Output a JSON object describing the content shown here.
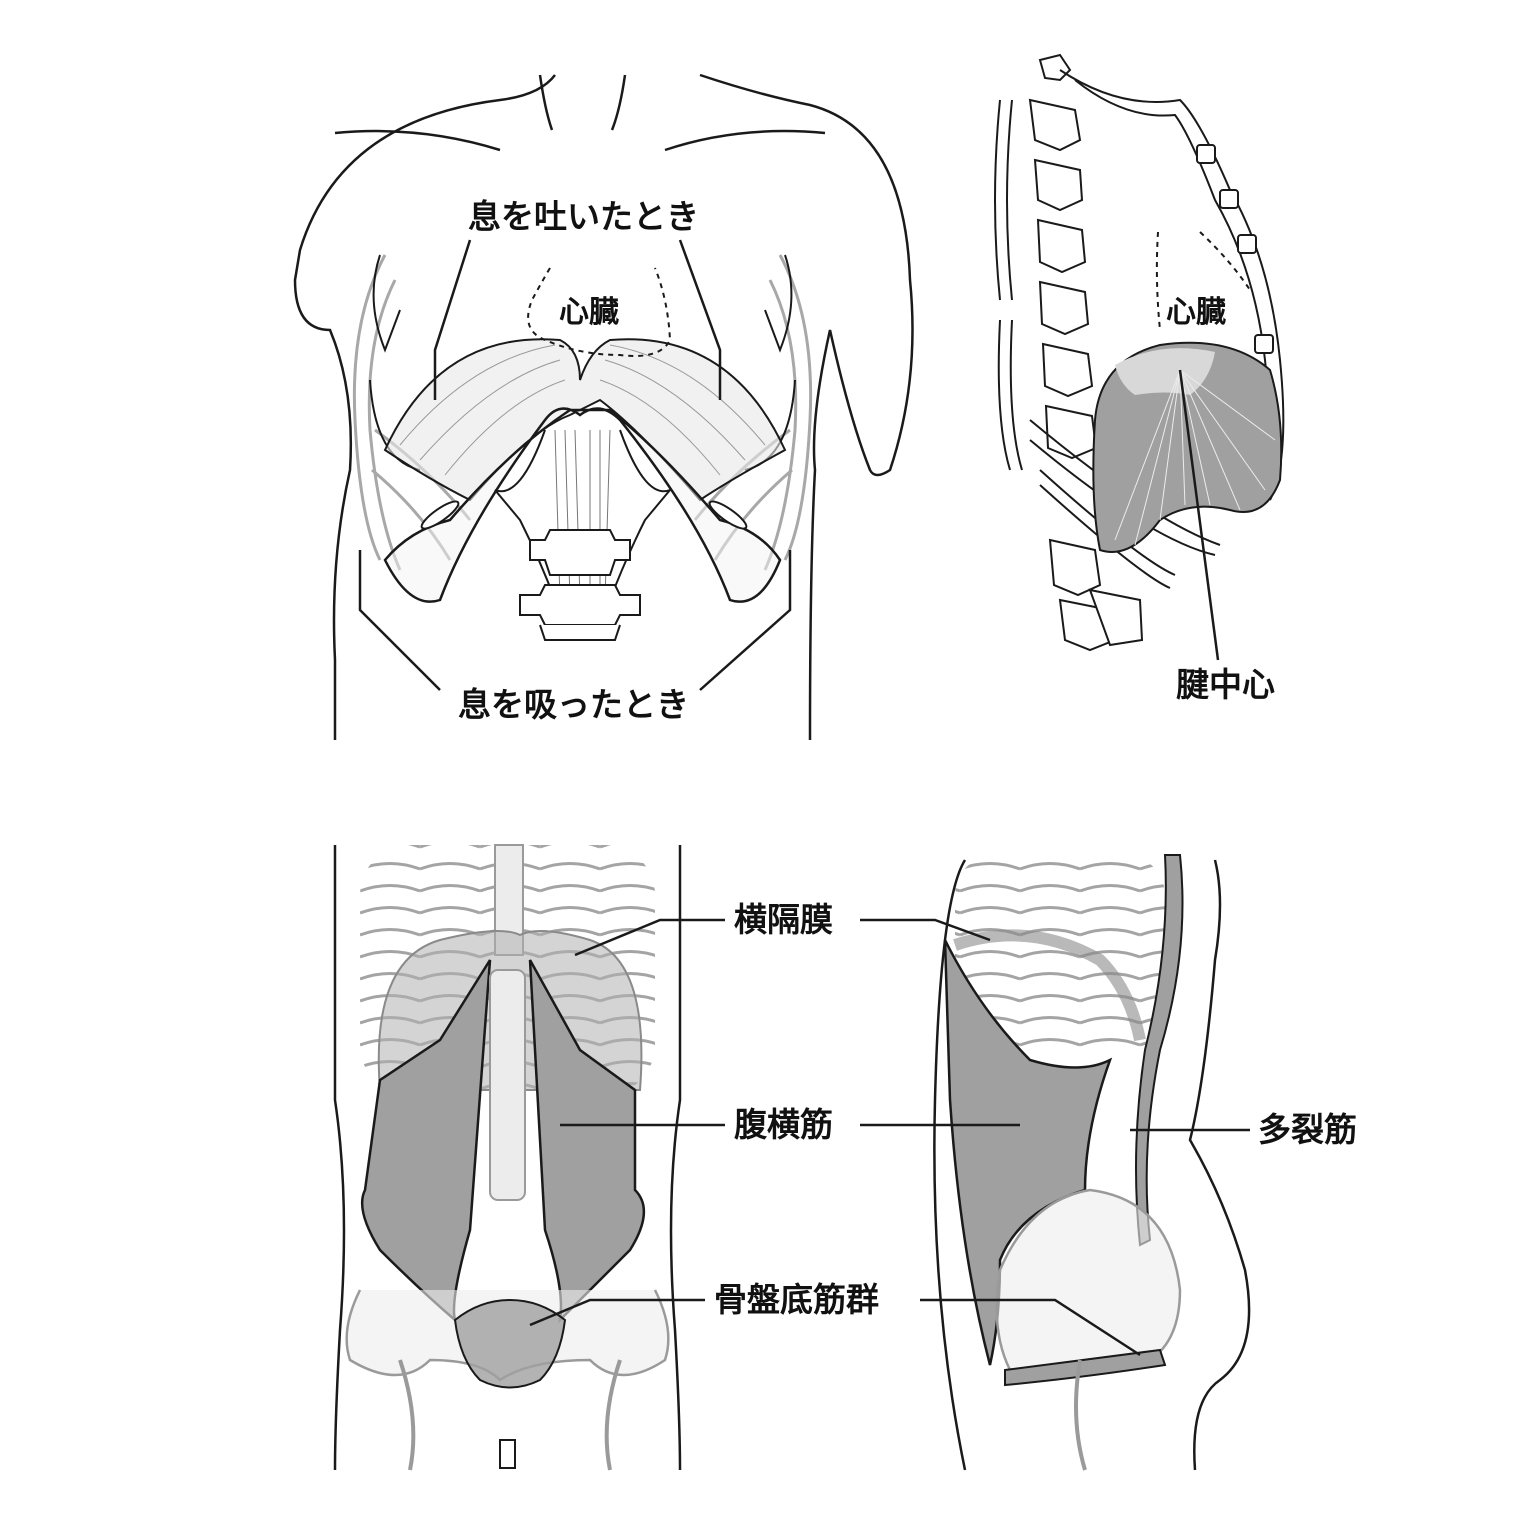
{
  "labels": {
    "exhale": "息を吐いたとき",
    "inhale": "息を吸ったとき",
    "heart_front": "心臓",
    "heart_side": "心臓",
    "central_tendon": "腱中心",
    "diaphragm": "横隔膜",
    "transversus": "腹横筋",
    "multifidus": "多裂筋",
    "pelvic_floor": "骨盤底筋群"
  },
  "colors": {
    "outline": "#1a1a1a",
    "bone_gray": "#9a9a9a",
    "bone_fill": "#ededed",
    "muscle_fill": "#a0a0a0",
    "muscle_light": "#c8c8c8"
  }
}
